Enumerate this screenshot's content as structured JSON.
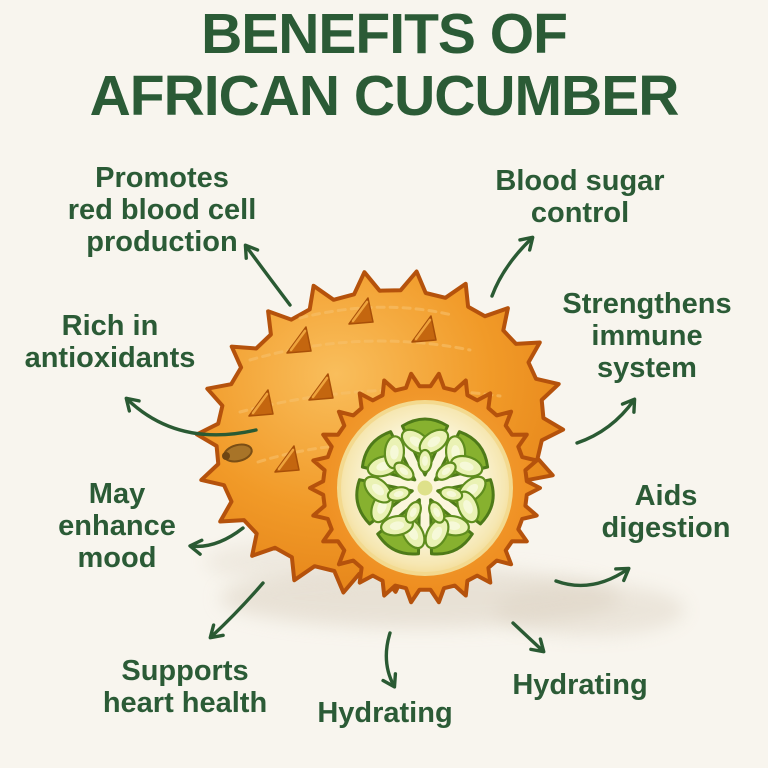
{
  "title": {
    "line1": "BENEFITS OF",
    "line2": "AFRICAN CUCUMBER"
  },
  "benefits": [
    {
      "id": "promotes-red-blood-cell-production",
      "text": "Promotes\nred blood cell\nproduction"
    },
    {
      "id": "blood-sugar-control",
      "text": "Blood sugar\ncontrol"
    },
    {
      "id": "rich-in-antioxidants",
      "text": "Rich in\nantioxidants"
    },
    {
      "id": "strengthens-immune-system",
      "text": "Strengthens\nimmune\nsystem"
    },
    {
      "id": "may-enhance-mood",
      "text": "May\nenhance\nmood"
    },
    {
      "id": "aids-digestion",
      "text": "Aids\ndigestion"
    },
    {
      "id": "supports-heart-health",
      "text": "Supports\nheart health"
    },
    {
      "id": "hydrating-bottom",
      "text": "Hydrating"
    },
    {
      "id": "hydrating-right",
      "text": "Hydrating"
    }
  ],
  "illustration": {
    "subject": "African cucumber (kiwano horned melon), whole spiky fruit with cut half showing green seeded flesh"
  },
  "colors": {
    "background": "#F8F5EE",
    "text_green": "#2B5B36",
    "arrow_green": "#2A5A33",
    "fruit_orange": "#EE8C1E",
    "fruit_orange_light": "#F6AE45",
    "fruit_outline": "#B5520C",
    "rind_cream": "#F8F2CE",
    "flesh_green": "#87B12F",
    "flesh_green_dark": "#4E7A19",
    "seed_pale": "#EAF2B4",
    "shadow": "#DCD2C2"
  }
}
